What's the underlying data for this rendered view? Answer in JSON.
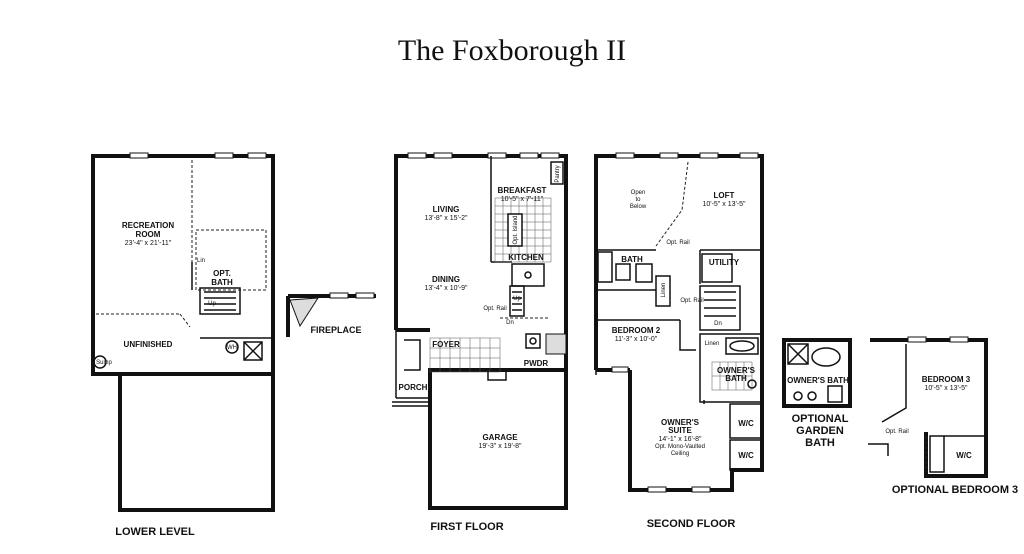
{
  "title": "The Foxborough II",
  "levels": {
    "lower": {
      "caption": "LOWER LEVEL",
      "recreation": {
        "name": "RECREATION",
        "name2": "ROOM",
        "dims": "23'-4\" x 21'-11\""
      },
      "lin": "Lin",
      "opt_bath": {
        "line1": "OPT.",
        "line2": "BATH"
      },
      "up": "Up",
      "unfinished": "UNFINISHED",
      "wh": "WH",
      "sump": "Sump"
    },
    "fireplace": "FIREPLACE",
    "first": {
      "caption": "FIRST FLOOR",
      "living": {
        "name": "LIVING",
        "dims": "13'-8\" x 15'-2\""
      },
      "dining": {
        "name": "DINING",
        "dims": "13'-4\" x 10'-9\""
      },
      "breakfast": {
        "name": "BREAKFAST",
        "dims": "10'-5\" x 7'-11\""
      },
      "kitchen": "KITCHEN",
      "pantry": "Pantry",
      "opt_island": "Opt. Island",
      "opt_rail": "Opt. Rail",
      "up": "Up",
      "dn": "Dn",
      "foyer": "FOYER",
      "porch": "PORCH",
      "pwdr": "PWDR",
      "garage": {
        "name": "GARAGE",
        "dims": "19'-3\" x 19'-8\""
      }
    },
    "second": {
      "caption": "SECOND FLOOR",
      "open_below": {
        "line1": "Open",
        "line2": "to",
        "line3": "Below"
      },
      "loft": {
        "name": "LOFT",
        "dims": "10'-5\" x 13'-5\""
      },
      "opt_rail_1": "Opt. Rail",
      "opt_rail_2": "Opt. Rail",
      "bath": "BATH",
      "utility": "UTILITY",
      "linen_1": "Linen",
      "linen_2": "Linen",
      "dn": "Dn",
      "bedroom2": {
        "name": "BEDROOM 2",
        "dims": "11'-3\" x 10'-0\""
      },
      "owners_bath": {
        "line1": "OWNER'S",
        "line2": "BATH"
      },
      "owners_suite": {
        "line1": "OWNER'S",
        "line2": "SUITE",
        "dims": "14'-1\" x 16'-8\"",
        "note1": "Opt. Mono-Vaulted",
        "note2": "Ceiling"
      },
      "wic_1": "W/C",
      "wic_2": "W/C"
    },
    "garden_bath": {
      "label": "OWNER'S BATH",
      "caption1": "OPTIONAL",
      "caption2": "GARDEN",
      "caption3": "BATH"
    },
    "bedroom3": {
      "name": "BEDROOM 3",
      "dims": "10'-5\" x 13'-5\"",
      "opt_rail": "Opt. Rail",
      "wic": "W/C",
      "caption": "OPTIONAL BEDROOM 3"
    }
  }
}
